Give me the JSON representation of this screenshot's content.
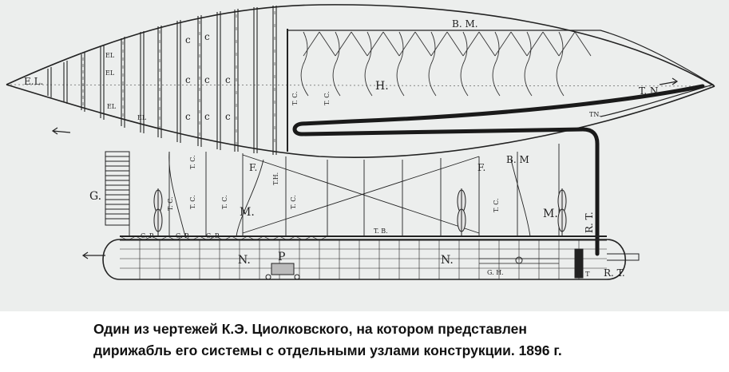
{
  "labels": {
    "el_nose": "E.L.",
    "el_1": "EL",
    "el_2": "EL",
    "el_3": "EL",
    "el_4": "EL",
    "bm_top": "B. M.",
    "bm_mid": "B. M",
    "h": "H.",
    "tn_tail": "T. N",
    "tn_small": "TN.",
    "tc_1": "T. C.",
    "tc_2": "T. C.",
    "tc_3": "T. C.",
    "tc_4": "T. C.",
    "tc_5": "T. C.",
    "tc_6": "T. C.",
    "tc_7": "T. C.",
    "tc_8": "T. C.",
    "th": "T.H.",
    "f_1": "F.",
    "f_2": "F.",
    "g": "G.",
    "m_1": "M.",
    "m_2": "M.",
    "tb": "T. B.",
    "rt_vert": "R. T.",
    "cp_1": "C. P.",
    "cp_2": "C. P.",
    "cp_3": "C. P.",
    "n_1": "N.",
    "n_2": "N.",
    "p": "P",
    "gh": "G. H.",
    "rt_small": "R. T",
    "rt_end": "R. T.",
    "c_marks": "c"
  },
  "caption": {
    "line1": "Один из чертежей К.Э. Циолковского, на котором представлен",
    "line2": "дирижабль его системы  с отдельными узлами конструкции. 1896 г."
  },
  "colors": {
    "paper": "#eceeed",
    "ink": "#222222",
    "pipe": "#1a1a1a",
    "caption_bg": "#ffffff"
  }
}
